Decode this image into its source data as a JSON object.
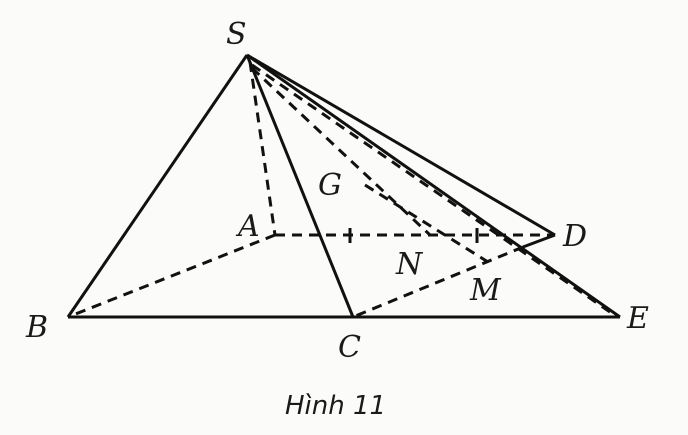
{
  "figure": {
    "points": {
      "S": "S",
      "A": "A",
      "B": "B",
      "C": "C",
      "D": "D",
      "E": "E",
      "G": "G",
      "N": "N",
      "M": "M"
    },
    "caption": "Hình 11"
  }
}
